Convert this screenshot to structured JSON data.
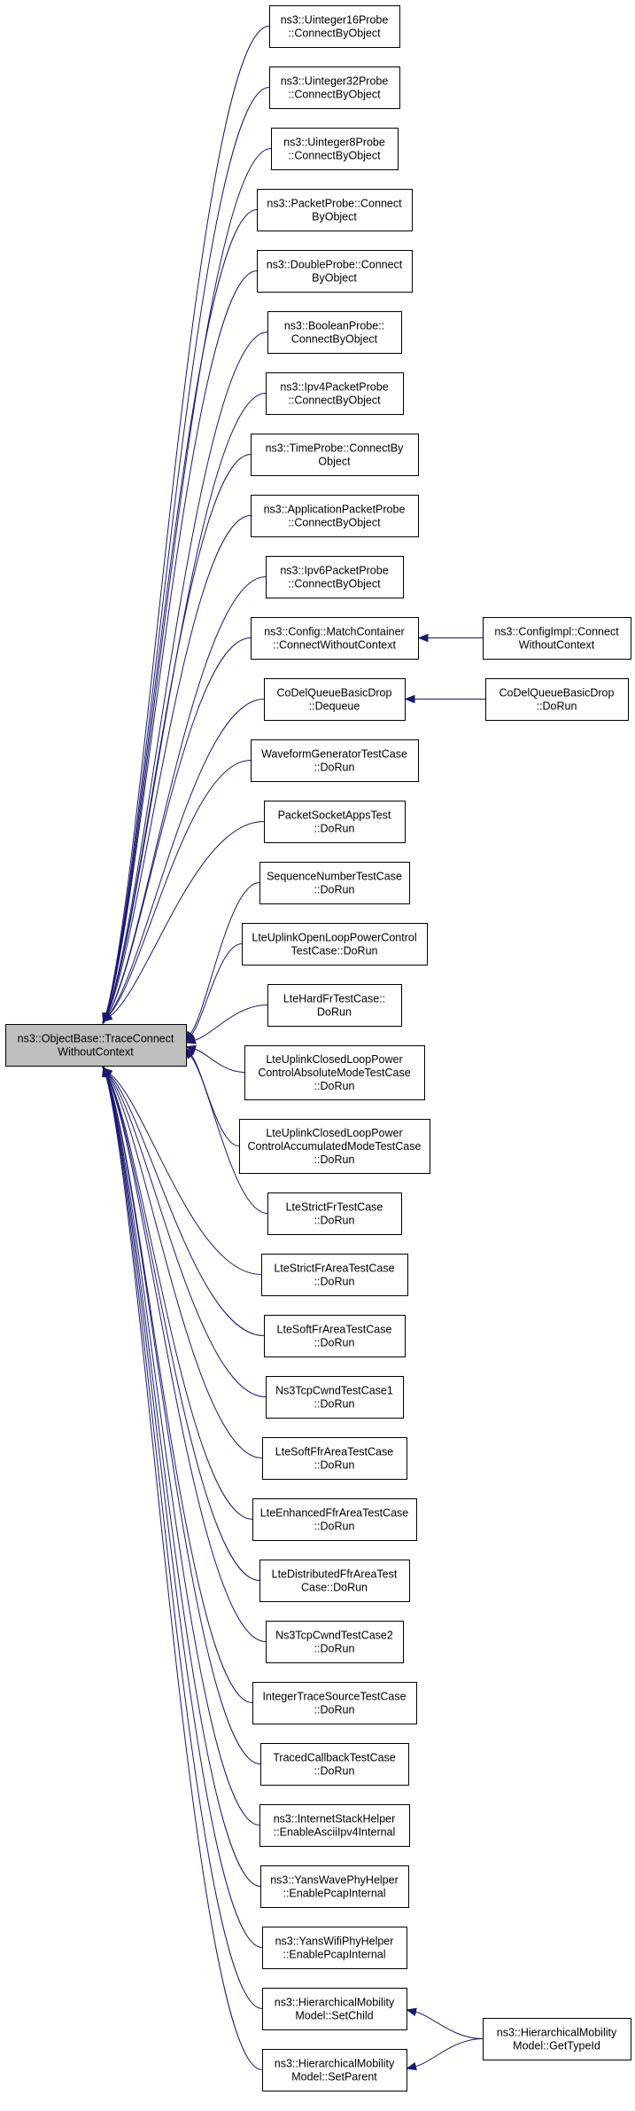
{
  "diagram": {
    "type": "caller-graph",
    "root": {
      "id": "root",
      "lines": [
        "ns3::ObjectBase::TraceConnect",
        "WithoutContext"
      ]
    },
    "nodes": [
      {
        "id": "n1",
        "lines": [
          "ns3::Uinteger16Probe",
          "::ConnectByObject"
        ]
      },
      {
        "id": "n2",
        "lines": [
          "ns3::Uinteger32Probe",
          "::ConnectByObject"
        ]
      },
      {
        "id": "n3",
        "lines": [
          "ns3::Uinteger8Probe",
          "::ConnectByObject"
        ]
      },
      {
        "id": "n4",
        "lines": [
          "ns3::PacketProbe::Connect",
          "ByObject"
        ]
      },
      {
        "id": "n5",
        "lines": [
          "ns3::DoubleProbe::Connect",
          "ByObject"
        ]
      },
      {
        "id": "n6",
        "lines": [
          "ns3::BooleanProbe::",
          "ConnectByObject"
        ]
      },
      {
        "id": "n7",
        "lines": [
          "ns3::Ipv4PacketProbe",
          "::ConnectByObject"
        ]
      },
      {
        "id": "n8",
        "lines": [
          "ns3::TimeProbe::ConnectBy",
          "Object"
        ]
      },
      {
        "id": "n9",
        "lines": [
          "ns3::ApplicationPacketProbe",
          "::ConnectByObject"
        ]
      },
      {
        "id": "n10",
        "lines": [
          "ns3::Ipv6PacketProbe",
          "::ConnectByObject"
        ]
      },
      {
        "id": "n11",
        "lines": [
          "ns3::Config::MatchContainer",
          "::ConnectWithoutContext"
        ]
      },
      {
        "id": "n12",
        "lines": [
          "CoDelQueueBasicDrop",
          "::Dequeue"
        ]
      },
      {
        "id": "n13",
        "lines": [
          "WaveformGeneratorTestCase",
          "::DoRun"
        ]
      },
      {
        "id": "n14",
        "lines": [
          "PacketSocketAppsTest",
          "::DoRun"
        ]
      },
      {
        "id": "n15",
        "lines": [
          "SequenceNumberTestCase",
          "::DoRun"
        ]
      },
      {
        "id": "n16",
        "lines": [
          "LteUplinkOpenLoopPowerControl",
          "TestCase::DoRun"
        ]
      },
      {
        "id": "n17",
        "lines": [
          "LteHardFrTestCase::",
          "DoRun"
        ]
      },
      {
        "id": "n18",
        "lines": [
          "LteUplinkClosedLoopPower",
          "ControlAbsoluteModeTestCase",
          "::DoRun"
        ]
      },
      {
        "id": "n19",
        "lines": [
          "LteUplinkClosedLoopPower",
          "ControlAccumulatedModeTestCase",
          "::DoRun"
        ]
      },
      {
        "id": "n20",
        "lines": [
          "LteStrictFrTestCase",
          "::DoRun"
        ]
      },
      {
        "id": "n21",
        "lines": [
          "LteStrictFrAreaTestCase",
          "::DoRun"
        ]
      },
      {
        "id": "n22",
        "lines": [
          "LteSoftFrAreaTestCase",
          "::DoRun"
        ]
      },
      {
        "id": "n23",
        "lines": [
          "Ns3TcpCwndTestCase1",
          "::DoRun"
        ]
      },
      {
        "id": "n24",
        "lines": [
          "LteSoftFfrAreaTestCase",
          "::DoRun"
        ]
      },
      {
        "id": "n25",
        "lines": [
          "LteEnhancedFfrAreaTestCase",
          "::DoRun"
        ]
      },
      {
        "id": "n26",
        "lines": [
          "LteDistributedFfrAreaTest",
          "Case::DoRun"
        ]
      },
      {
        "id": "n27",
        "lines": [
          "Ns3TcpCwndTestCase2",
          "::DoRun"
        ]
      },
      {
        "id": "n28",
        "lines": [
          "IntegerTraceSourceTestCase",
          "::DoRun"
        ]
      },
      {
        "id": "n29",
        "lines": [
          "TracedCallbackTestCase",
          "::DoRun"
        ]
      },
      {
        "id": "n30",
        "lines": [
          "ns3::InternetStackHelper",
          "::EnableAsciiIpv4Internal"
        ]
      },
      {
        "id": "n31",
        "lines": [
          "ns3::YansWavePhyHelper",
          "::EnablePcapInternal"
        ]
      },
      {
        "id": "n32",
        "lines": [
          "ns3::YansWifiPhyHelper",
          "::EnablePcapInternal"
        ]
      },
      {
        "id": "n33",
        "lines": [
          "ns3::HierarchicalMobility",
          "Model::SetChild"
        ]
      },
      {
        "id": "n34",
        "lines": [
          "ns3::HierarchicalMobility",
          "Model::SetParent"
        ]
      },
      {
        "id": "n35",
        "lines": [
          "ns3::ConfigImpl::Connect",
          "WithoutContext"
        ]
      },
      {
        "id": "n36",
        "lines": [
          "CoDelQueueBasicDrop",
          "::DoRun"
        ]
      },
      {
        "id": "n37",
        "lines": [
          "ns3::HierarchicalMobility",
          "Model::GetTypeId"
        ]
      }
    ],
    "edges": [
      [
        "n1",
        "root"
      ],
      [
        "n2",
        "root"
      ],
      [
        "n3",
        "root"
      ],
      [
        "n4",
        "root"
      ],
      [
        "n5",
        "root"
      ],
      [
        "n6",
        "root"
      ],
      [
        "n7",
        "root"
      ],
      [
        "n8",
        "root"
      ],
      [
        "n9",
        "root"
      ],
      [
        "n10",
        "root"
      ],
      [
        "n11",
        "root"
      ],
      [
        "n12",
        "root"
      ],
      [
        "n13",
        "root"
      ],
      [
        "n14",
        "root"
      ],
      [
        "n15",
        "root"
      ],
      [
        "n16",
        "root"
      ],
      [
        "n17",
        "root"
      ],
      [
        "n18",
        "root"
      ],
      [
        "n19",
        "root"
      ],
      [
        "n20",
        "root"
      ],
      [
        "n21",
        "root"
      ],
      [
        "n22",
        "root"
      ],
      [
        "n23",
        "root"
      ],
      [
        "n24",
        "root"
      ],
      [
        "n25",
        "root"
      ],
      [
        "n26",
        "root"
      ],
      [
        "n27",
        "root"
      ],
      [
        "n28",
        "root"
      ],
      [
        "n29",
        "root"
      ],
      [
        "n30",
        "root"
      ],
      [
        "n31",
        "root"
      ],
      [
        "n32",
        "root"
      ],
      [
        "n33",
        "root"
      ],
      [
        "n34",
        "root"
      ],
      [
        "n35",
        "n11"
      ],
      [
        "n36",
        "n12"
      ],
      [
        "n37",
        "n33"
      ],
      [
        "n37",
        "n34"
      ]
    ],
    "colors": {
      "edge": "#191970",
      "root_fill": "#bfbfbf",
      "node_fill": "#ffffff",
      "border": "#000000"
    }
  }
}
